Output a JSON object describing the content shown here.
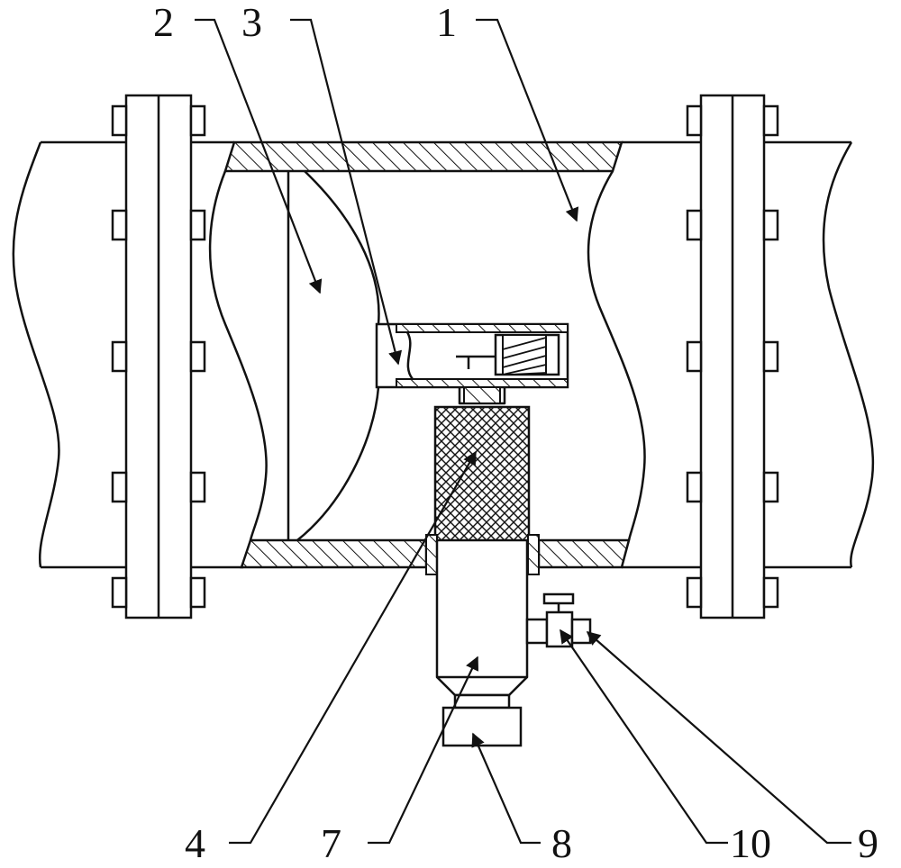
{
  "callouts": [
    {
      "id": "1",
      "label": "1"
    },
    {
      "id": "2",
      "label": "2"
    },
    {
      "id": "3",
      "label": "3"
    },
    {
      "id": "4",
      "label": "4"
    },
    {
      "id": "7",
      "label": "7"
    },
    {
      "id": "8",
      "label": "8"
    },
    {
      "id": "9",
      "label": "9"
    },
    {
      "id": "10",
      "label": "10"
    }
  ]
}
